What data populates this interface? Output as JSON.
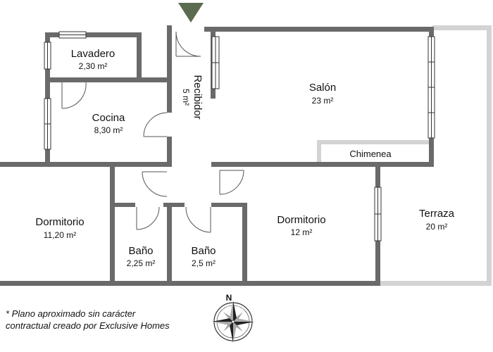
{
  "rooms": {
    "lavadero": {
      "name": "Lavadero",
      "area": "2,30 m²"
    },
    "cocina": {
      "name": "Cocina",
      "area": "8,30 m²"
    },
    "recibidor": {
      "name": "Recibidor",
      "area": "5 m²"
    },
    "salon": {
      "name": "Salón",
      "area": "23 m²"
    },
    "chimenea": {
      "name": "Chimenea"
    },
    "dormitorio_1": {
      "name": "Dormitorio",
      "area": "11,20 m²"
    },
    "bano_1": {
      "name": "Baño",
      "area": "2,25 m²"
    },
    "bano_2": {
      "name": "Baño",
      "area": "2,5 m²"
    },
    "dormitorio_2": {
      "name": "Dormitorio",
      "area": "12 m²"
    },
    "terraza": {
      "name": "Terraza",
      "area": "20 m²"
    }
  },
  "disclaimer": {
    "line1": "* Plano aproximado sin carácter",
    "line2": "contractual creado por Exclusive Homes"
  },
  "compass": {
    "north_label": "N"
  },
  "colors": {
    "wall": "#6a6a6a",
    "terrace_wall": "#d3d3d3",
    "entrance_marker": "#5b6b50"
  },
  "icons": [
    "entrance-arrow-icon",
    "compass-rose-icon"
  ]
}
